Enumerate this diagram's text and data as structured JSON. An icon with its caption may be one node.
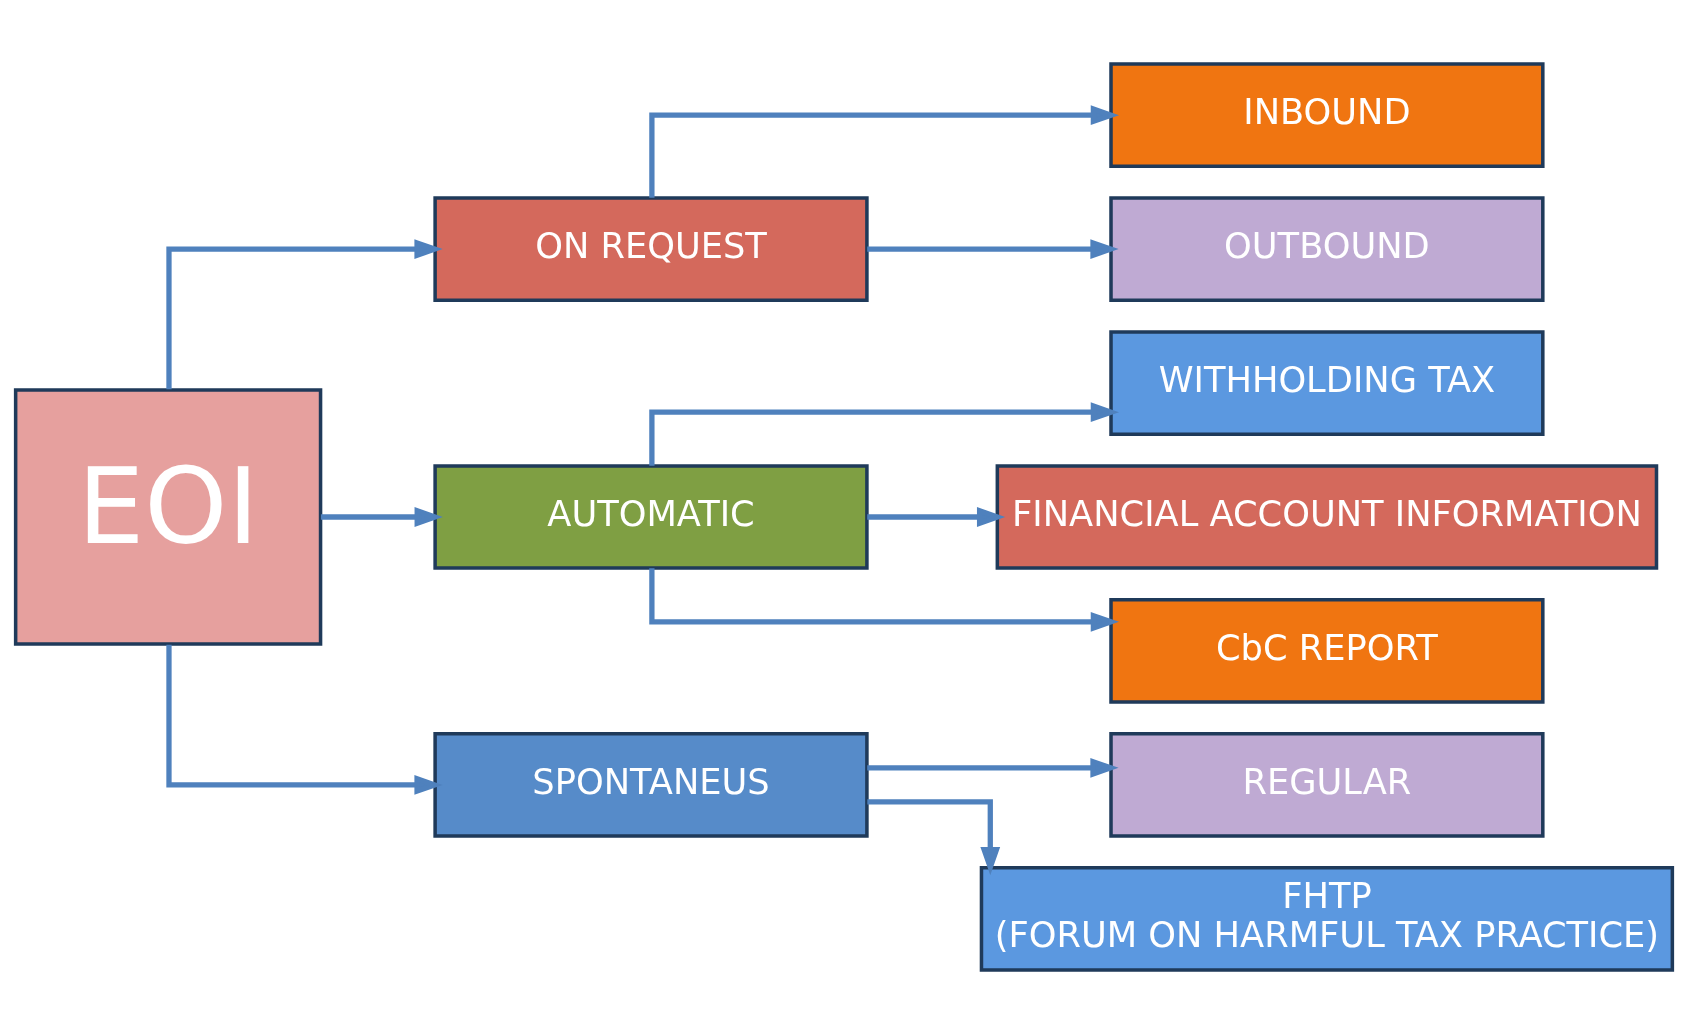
{
  "diagram": {
    "nodes": [
      {
        "text": [
          "EOI"
        ]
      },
      {
        "text": [
          "ON REQUEST"
        ]
      },
      {
        "text": [
          "AUTOMATIC"
        ]
      },
      {
        "text": [
          "SPONTANEUS"
        ]
      },
      {
        "text": [
          "INBOUND"
        ]
      },
      {
        "text": [
          "OUTBOUND"
        ]
      },
      {
        "text": [
          "WITHHOLDING TAX"
        ]
      },
      {
        "text": [
          "FINANCIAL ACCOUNT INFORMATION"
        ]
      },
      {
        "text": [
          "CbC REPORT"
        ]
      },
      {
        "text": [
          "REGULAR"
        ]
      },
      {
        "text": [
          "FHTP",
          "(FORUM ON HARMFUL TAX PRACTICE)"
        ]
      }
    ],
    "edges": [
      {
        "from": 0,
        "to": 1,
        "arrow": "to"
      },
      {
        "from": 0,
        "to": 2,
        "arrow": "to"
      },
      {
        "from": 0,
        "to": 3,
        "arrow": "to"
      },
      {
        "from": 1,
        "to": 4,
        "arrow": "to"
      },
      {
        "from": 1,
        "to": 5,
        "arrow": "to"
      },
      {
        "from": 2,
        "to": 6,
        "arrow": "to"
      },
      {
        "from": 2,
        "to": 7,
        "arrow": "to"
      },
      {
        "from": 2,
        "to": 8,
        "arrow": "to"
      },
      {
        "from": 3,
        "to": 9,
        "arrow": "to"
      },
      {
        "from": 3,
        "to": 10,
        "arrow": "to"
      }
    ]
  }
}
